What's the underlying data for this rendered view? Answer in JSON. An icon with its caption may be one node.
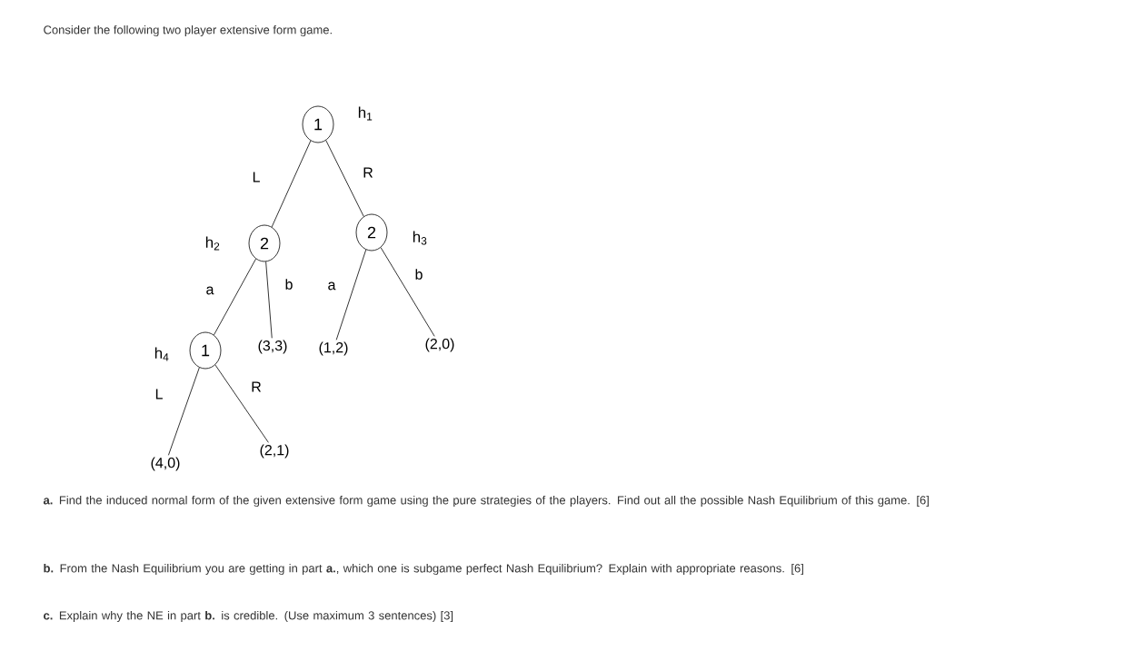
{
  "diagram": {
    "title": "Consider the following two player extensive form game.",
    "nodes": [
      {
        "text": [
          "1"
        ],
        "beside": [
          "h$_{1}$"
        ]
      },
      {
        "text": [
          "2"
        ],
        "beside": [
          "h$_{2}$"
        ]
      },
      {
        "text": [
          "2"
        ],
        "beside": [
          "h$_{3}$"
        ]
      },
      {
        "text": [
          "1"
        ],
        "beside": [
          "h$_{4}$"
        ]
      },
      {
        "text": [
          "(3,3)"
        ]
      },
      {
        "text": [
          "(1,2)"
        ]
      },
      {
        "text": [
          "(2,0)"
        ]
      },
      {
        "text": [
          "(4,0)"
        ]
      },
      {
        "text": [
          "(2,1)"
        ]
      }
    ],
    "edges": [
      {
        "from": 0,
        "to": 1,
        "arrow": "none",
        "label": "L"
      },
      {
        "from": 0,
        "to": 2,
        "arrow": "none",
        "label": "R"
      },
      {
        "from": 1,
        "to": 3,
        "arrow": "none",
        "label": "a"
      },
      {
        "from": 1,
        "to": 4,
        "arrow": "none",
        "label": "b"
      },
      {
        "from": 2,
        "to": 5,
        "arrow": "none",
        "label": "a"
      },
      {
        "from": 2,
        "to": 6,
        "arrow": "none",
        "label": "b"
      },
      {
        "from": 3,
        "to": 7,
        "arrow": "none",
        "label": "L"
      },
      {
        "from": 3,
        "to": 8,
        "arrow": "none",
        "label": "R"
      }
    ],
    "labels": [
      "**a.** Find the induced normal form of the given extensive form game using the pure strategies of the players. Find out all the possible Nash Equilibrium of this game. [6]",
      "**b.** From the Nash Equilibrium you are getting in part **a.**, which one is subgame perfect Nash Equilibrium? Explain with appropriate reasons. [6]",
      "**c.** Explain why the NE in part **b.** is credible. (Use maximum 3 sentences) [3]"
    ]
  }
}
